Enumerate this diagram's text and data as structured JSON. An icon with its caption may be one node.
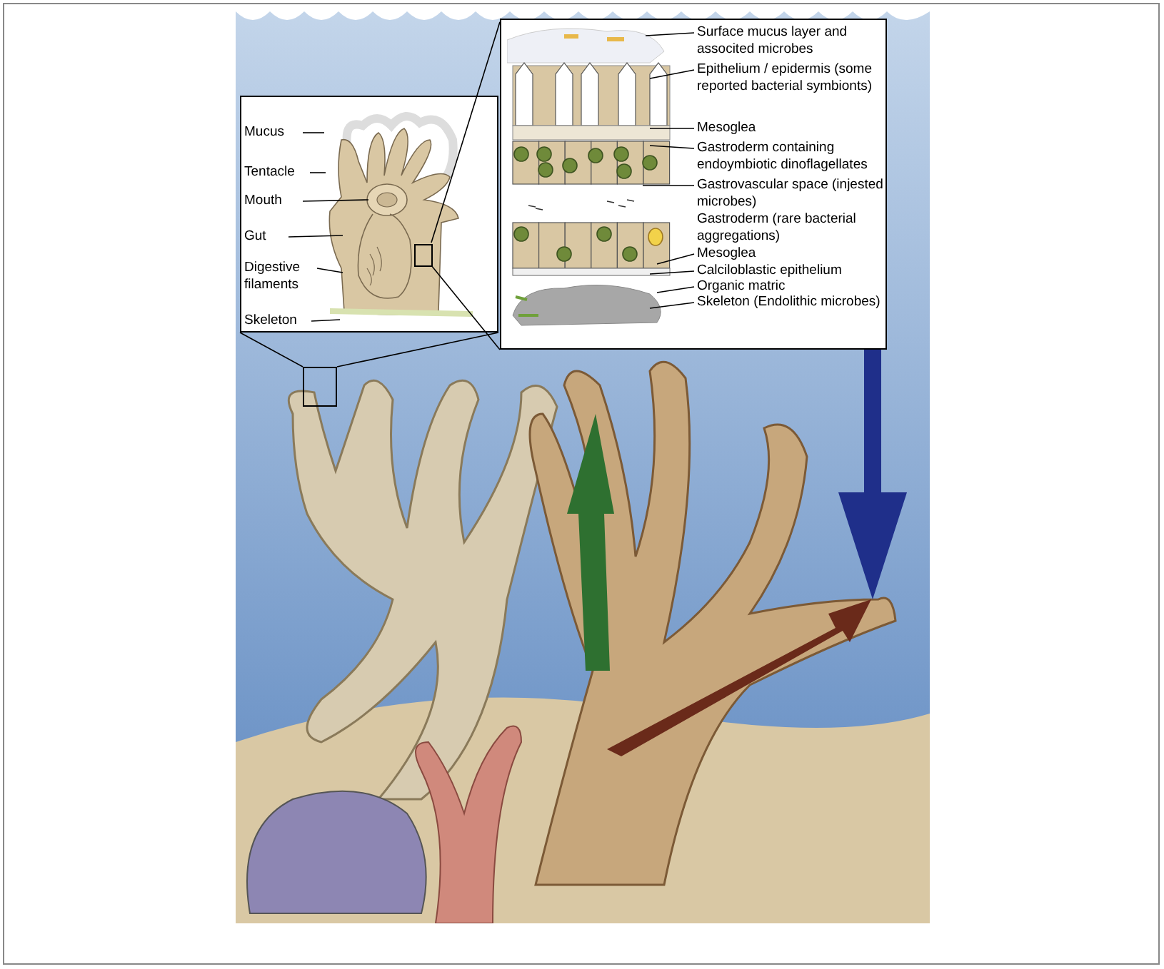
{
  "diagram": {
    "nodes": [
      {
        "text": [],
        "shape": "box"
      },
      {
        "text": [
          "Mucus"
        ],
        "in": 0
      },
      {
        "text": [
          "Tentacle"
        ],
        "in": 0
      },
      {
        "text": [
          "Mouth"
        ],
        "in": 0
      },
      {
        "text": [
          "Gut"
        ],
        "in": 0
      },
      {
        "text": [
          "Digestive filaments"
        ],
        "in": 0
      },
      {
        "text": [
          "Skeleton"
        ],
        "in": 0
      },
      {
        "text": [],
        "shape": "box"
      },
      {
        "text": [
          "Surface mucus layer and associted microbes"
        ],
        "in": 7
      },
      {
        "text": [
          "Epithelium / epidermis (some reported bacterial symbionts)"
        ],
        "in": 7
      },
      {
        "text": [
          "Mesoglea"
        ],
        "in": 7
      },
      {
        "text": [
          "Gastroderm containing endoymbiotic dinoflagellates"
        ],
        "in": 7
      },
      {
        "text": [
          "Gastrovascular space (injested microbes)"
        ],
        "in": 7
      },
      {
        "text": [
          "Gastroderm  (rare bacterial aggregations)"
        ],
        "in": 7
      },
      {
        "text": [
          "Mesoglea"
        ],
        "in": 7
      },
      {
        "text": [
          "Calciloblastic epithelium"
        ],
        "in": 7
      },
      {
        "text": [
          "Organic matric"
        ],
        "in": 7
      },
      {
        "text": [
          "Skeleton (Endolithic microbes)"
        ],
        "in": 7
      },
      {
        "text": [],
        "shape": "box"
      },
      {
        "text": [],
        "shape": "box",
        "in": 0
      }
    ],
    "edges": [
      {
        "from": 18,
        "to": 0,
        "arrow": "none"
      },
      {
        "from": 18,
        "to": 0,
        "arrow": "none"
      },
      {
        "from": 19,
        "to": 7,
        "arrow": "none"
      },
      {
        "from": 19,
        "to": 7,
        "arrow": "none"
      },
      {
        "from": 1,
        "to": null,
        "arrow": "none"
      },
      {
        "from": 2,
        "to": null,
        "arrow": "none"
      },
      {
        "from": 3,
        "to": null,
        "arrow": "none"
      },
      {
        "from": 4,
        "to": null,
        "arrow": "none"
      },
      {
        "from": 5,
        "to": null,
        "arrow": "none"
      },
      {
        "from": 6,
        "to": null,
        "arrow": "none"
      },
      {
        "from": 8,
        "to": null,
        "arrow": "none"
      },
      {
        "from": 9,
        "to": null,
        "arrow": "none"
      },
      {
        "from": 10,
        "to": null,
        "arrow": "none"
      },
      {
        "from": 11,
        "to": null,
        "arrow": "none"
      },
      {
        "from": 12,
        "to": null,
        "arrow": "none"
      },
      {
        "from": 14,
        "to": null,
        "arrow": "none"
      },
      {
        "from": 15,
        "to": null,
        "arrow": "none"
      },
      {
        "from": 16,
        "to": null,
        "arrow": "none"
      },
      {
        "from": 17,
        "to": null,
        "arrow": "none"
      }
    ]
  }
}
